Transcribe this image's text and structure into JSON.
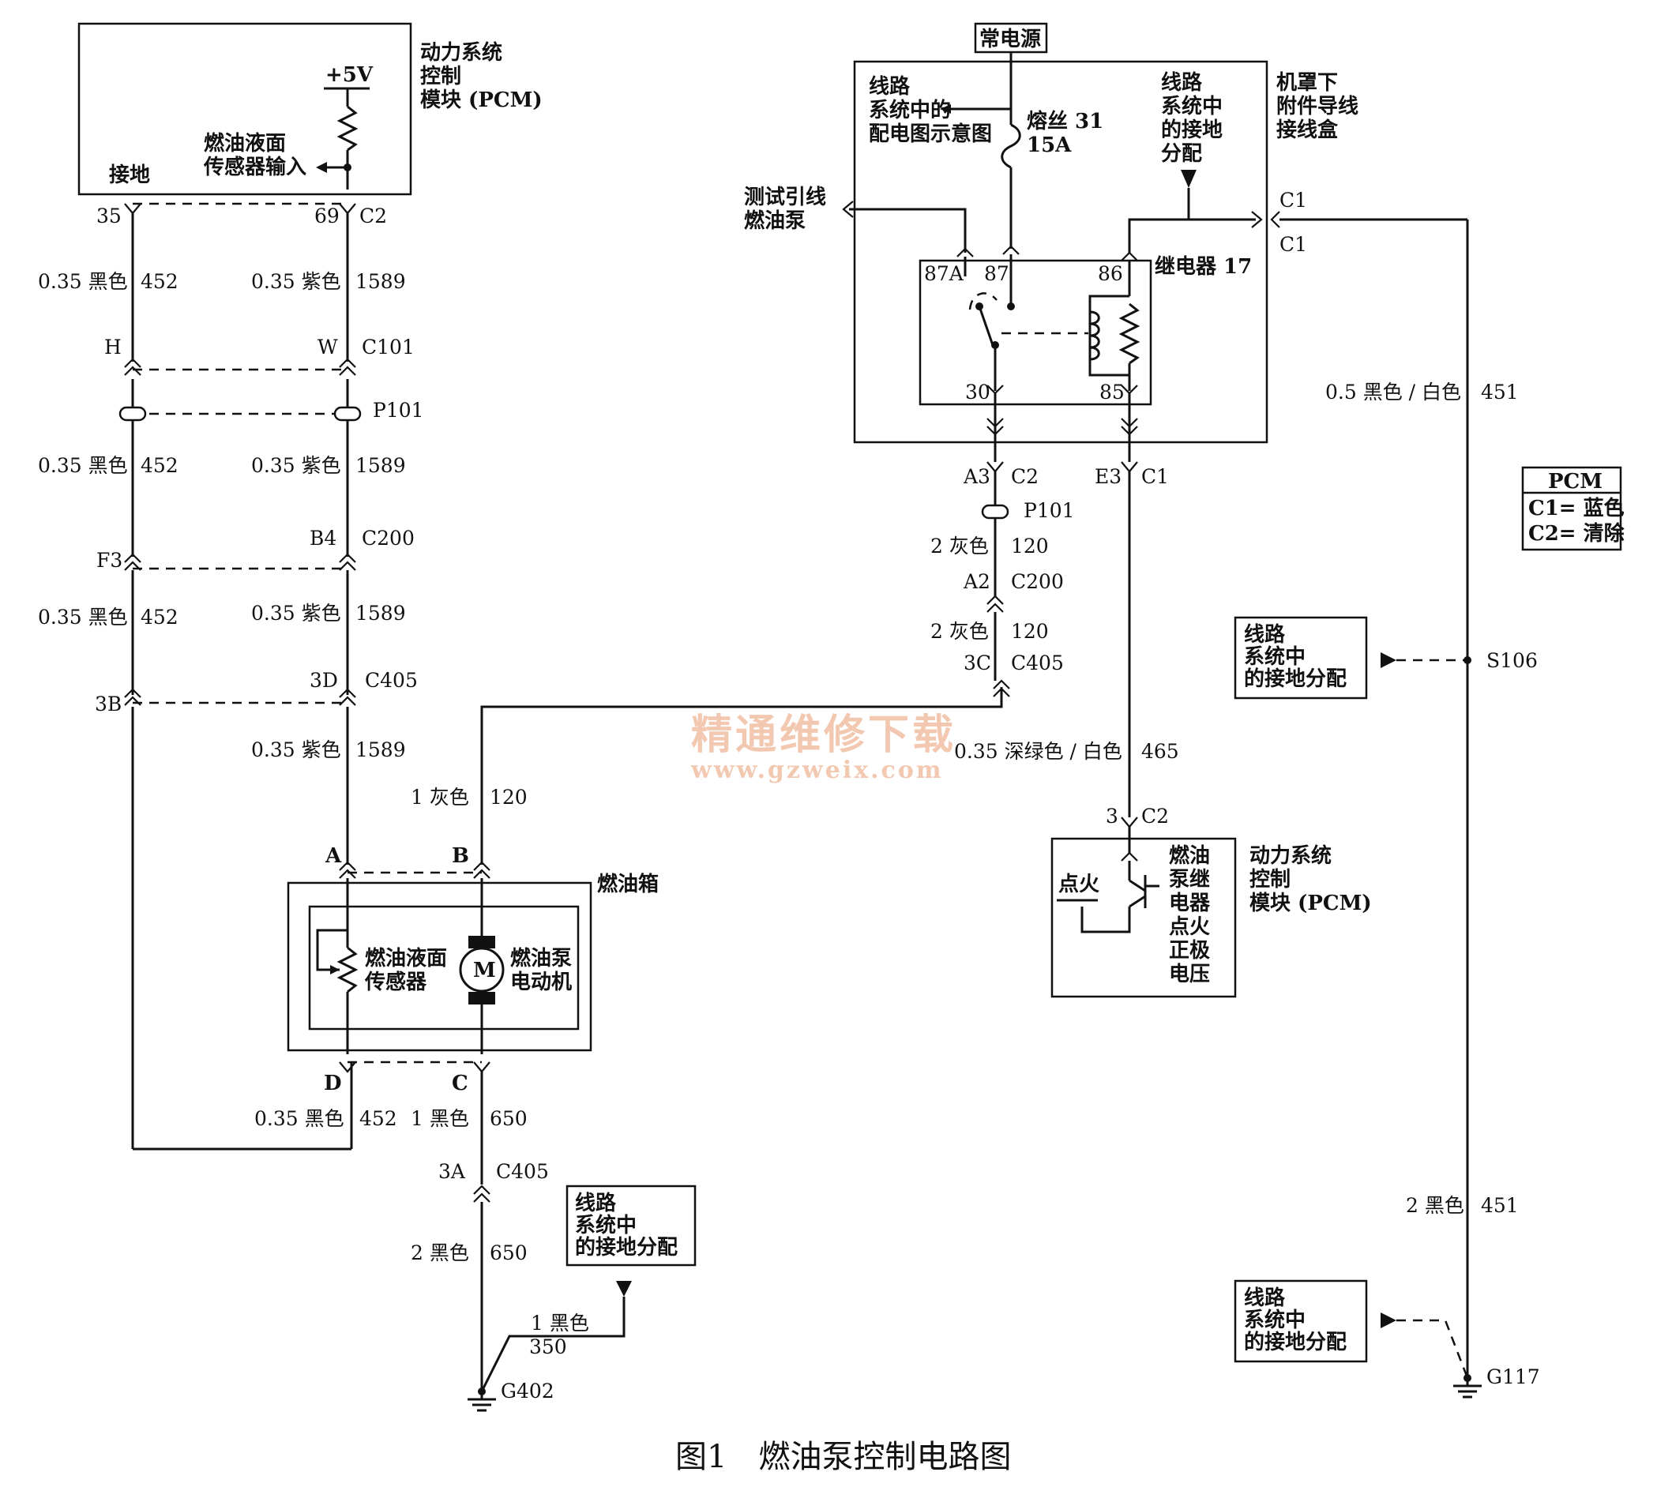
{
  "caption": "图1　燃油泵控制电路图",
  "watermark": {
    "line1": "精通维修下载",
    "line2": "www.gzweix.com"
  },
  "pcm_top": {
    "title": [
      "动力系统",
      "控制",
      "模块 (PCM)"
    ],
    "v5": "+5V",
    "sensor_input": [
      "燃油液面",
      "传感器输入"
    ],
    "ground": "接地",
    "pin_left": "35",
    "pin_right": "69",
    "conn": "C2"
  },
  "left_wires": {
    "w1_left": "0.35 黑色",
    "w1_left_num": "452",
    "w1_right": "0.35 紫色",
    "w1_right_num": "1589",
    "c101_left": "H",
    "c101_right": "W",
    "c101": "C101",
    "p101": "P101",
    "w2_left": "0.35 黑色",
    "w2_left_num": "452",
    "w2_right": "0.35 紫色",
    "w2_right_num": "1589",
    "c200_left": "F3",
    "c200_right": "B4",
    "c200": "C200",
    "w3_left": "0.35 黑色",
    "w3_left_num": "452",
    "w3_right": "0.35 紫色",
    "w3_right_num": "1589",
    "c405_left": "3B",
    "c405_right": "3D",
    "c405": "C405",
    "w4_right": "0.35 紫色",
    "w4_right_num": "1589",
    "grey": "1 灰色",
    "grey_num": "120"
  },
  "tank": {
    "title": "燃油箱",
    "pin_a": "A",
    "pin_b": "B",
    "pin_c": "C",
    "pin_d": "D",
    "sensor": [
      "燃油液面",
      "传感器"
    ],
    "motor_symbol": "M",
    "motor": [
      "燃油泵",
      "电动机"
    ]
  },
  "bottom_left": {
    "w_black_left": "0.35 黑色",
    "w_black_left_num": "452",
    "w_black_right": "1 黑色",
    "w_black_right_num": "650",
    "c405_pin": "3A",
    "c405": "C405",
    "w2": "2 黑色",
    "w2_num": "650",
    "ground_box": [
      "线路",
      "系统中",
      "的接地分配"
    ],
    "w350": "1 黑色",
    "w350_num": "350",
    "ground": "G402"
  },
  "relay_box": {
    "power": "常电源",
    "dist": [
      "线路",
      "系统中的",
      "配电图示意图"
    ],
    "fuse": "熔丝 31",
    "fuse_amp": "15A",
    "ground_dist": [
      "线路",
      "系统中",
      "的接地",
      "分配"
    ],
    "box_name": [
      "机罩下",
      "附件导线",
      "接线盒"
    ],
    "test": [
      "测试引线",
      "燃油泵"
    ],
    "relay": "继电器 17",
    "p87a": "87A",
    "p87": "87",
    "p86": "86",
    "p30": "30",
    "p85": "85",
    "c1_out": "C1",
    "c1_in": "C1"
  },
  "mid_wires": {
    "a3": "A3",
    "c2": "C2",
    "e3": "E3",
    "c1": "C1",
    "p101": "P101",
    "grey1": "2 灰色",
    "grey1_num": "120",
    "a2": "A2",
    "c200": "C200",
    "grey2": "2 灰色",
    "grey2_num": "120",
    "c3": "3C",
    "c405": "C405",
    "green": "0.35 深绿色 / 白色",
    "green_num": "465",
    "pin3": "3",
    "pin3_conn": "C2"
  },
  "pcm_bottom": {
    "ignition": "点火",
    "signal": [
      "燃油",
      "泵继",
      "电器",
      "点火",
      "正极",
      "电压"
    ],
    "title": [
      "动力系统",
      "控制",
      "模块 (PCM)"
    ]
  },
  "right_side": {
    "w1": "0.5 黑色 / 白色",
    "w1_num": "451",
    "legend_title": "PCM",
    "legend_c1": "C1= 蓝色",
    "legend_c2": "C2= 清除",
    "ground_box1": [
      "线路",
      "系统中",
      "的接地分配"
    ],
    "splice": "S106",
    "w2": "2 黑色",
    "w2_num": "451",
    "ground_box2": [
      "线路",
      "系统中",
      "的接地分配"
    ],
    "ground": "G117"
  }
}
